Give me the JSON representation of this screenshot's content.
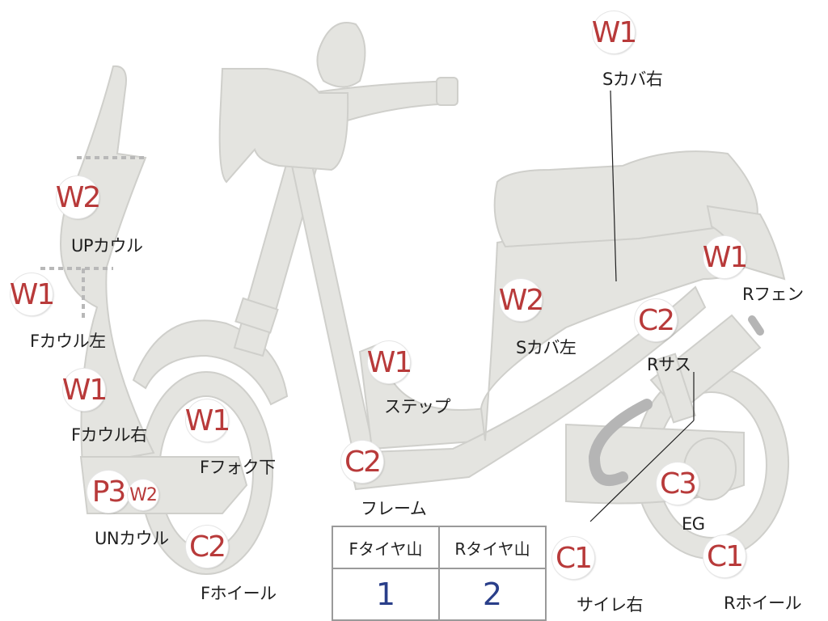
{
  "colors": {
    "body_fill": "#e4e4e0",
    "body_stroke": "#cfcfcb",
    "exhaust": "#b5b5b5",
    "badge_text": "#b83a3a",
    "table_value": "#2a3f8a"
  },
  "badges": [
    {
      "code": "W1"
    },
    {
      "code": "W2"
    },
    {
      "code": "W1"
    },
    {
      "code": "W1"
    },
    {
      "code": "W1"
    },
    {
      "code": "P3"
    },
    {
      "code": "W2"
    },
    {
      "code": "C2"
    },
    {
      "code": "W1"
    },
    {
      "code": "C2"
    },
    {
      "code": "W2"
    },
    {
      "code": "W1"
    },
    {
      "code": "C2"
    },
    {
      "code": "C3"
    },
    {
      "code": "C1"
    },
    {
      "code": "C1"
    }
  ],
  "labels": {
    "s_cover_right": "Sカバ右",
    "up_cowl": "UPカウル",
    "f_cowl_left": "Fカウル左",
    "f_cowl_right": "Fカウル右",
    "f_fork_lower": "Fフォク下",
    "un_cowl": "UNカウル",
    "f_wheel": "Fホイール",
    "step": "ステップ",
    "frame": "フレーム",
    "s_cover_left": "Sカバ左",
    "r_fender": "Rフェン",
    "r_suspension": "Rサス",
    "engine": "EG",
    "silencer_right": "サイレ右",
    "r_wheel": "Rホイール"
  },
  "tire_table": {
    "headers": [
      "Fタイヤ山",
      "Rタイヤ山"
    ],
    "values": [
      "1",
      "2"
    ]
  }
}
